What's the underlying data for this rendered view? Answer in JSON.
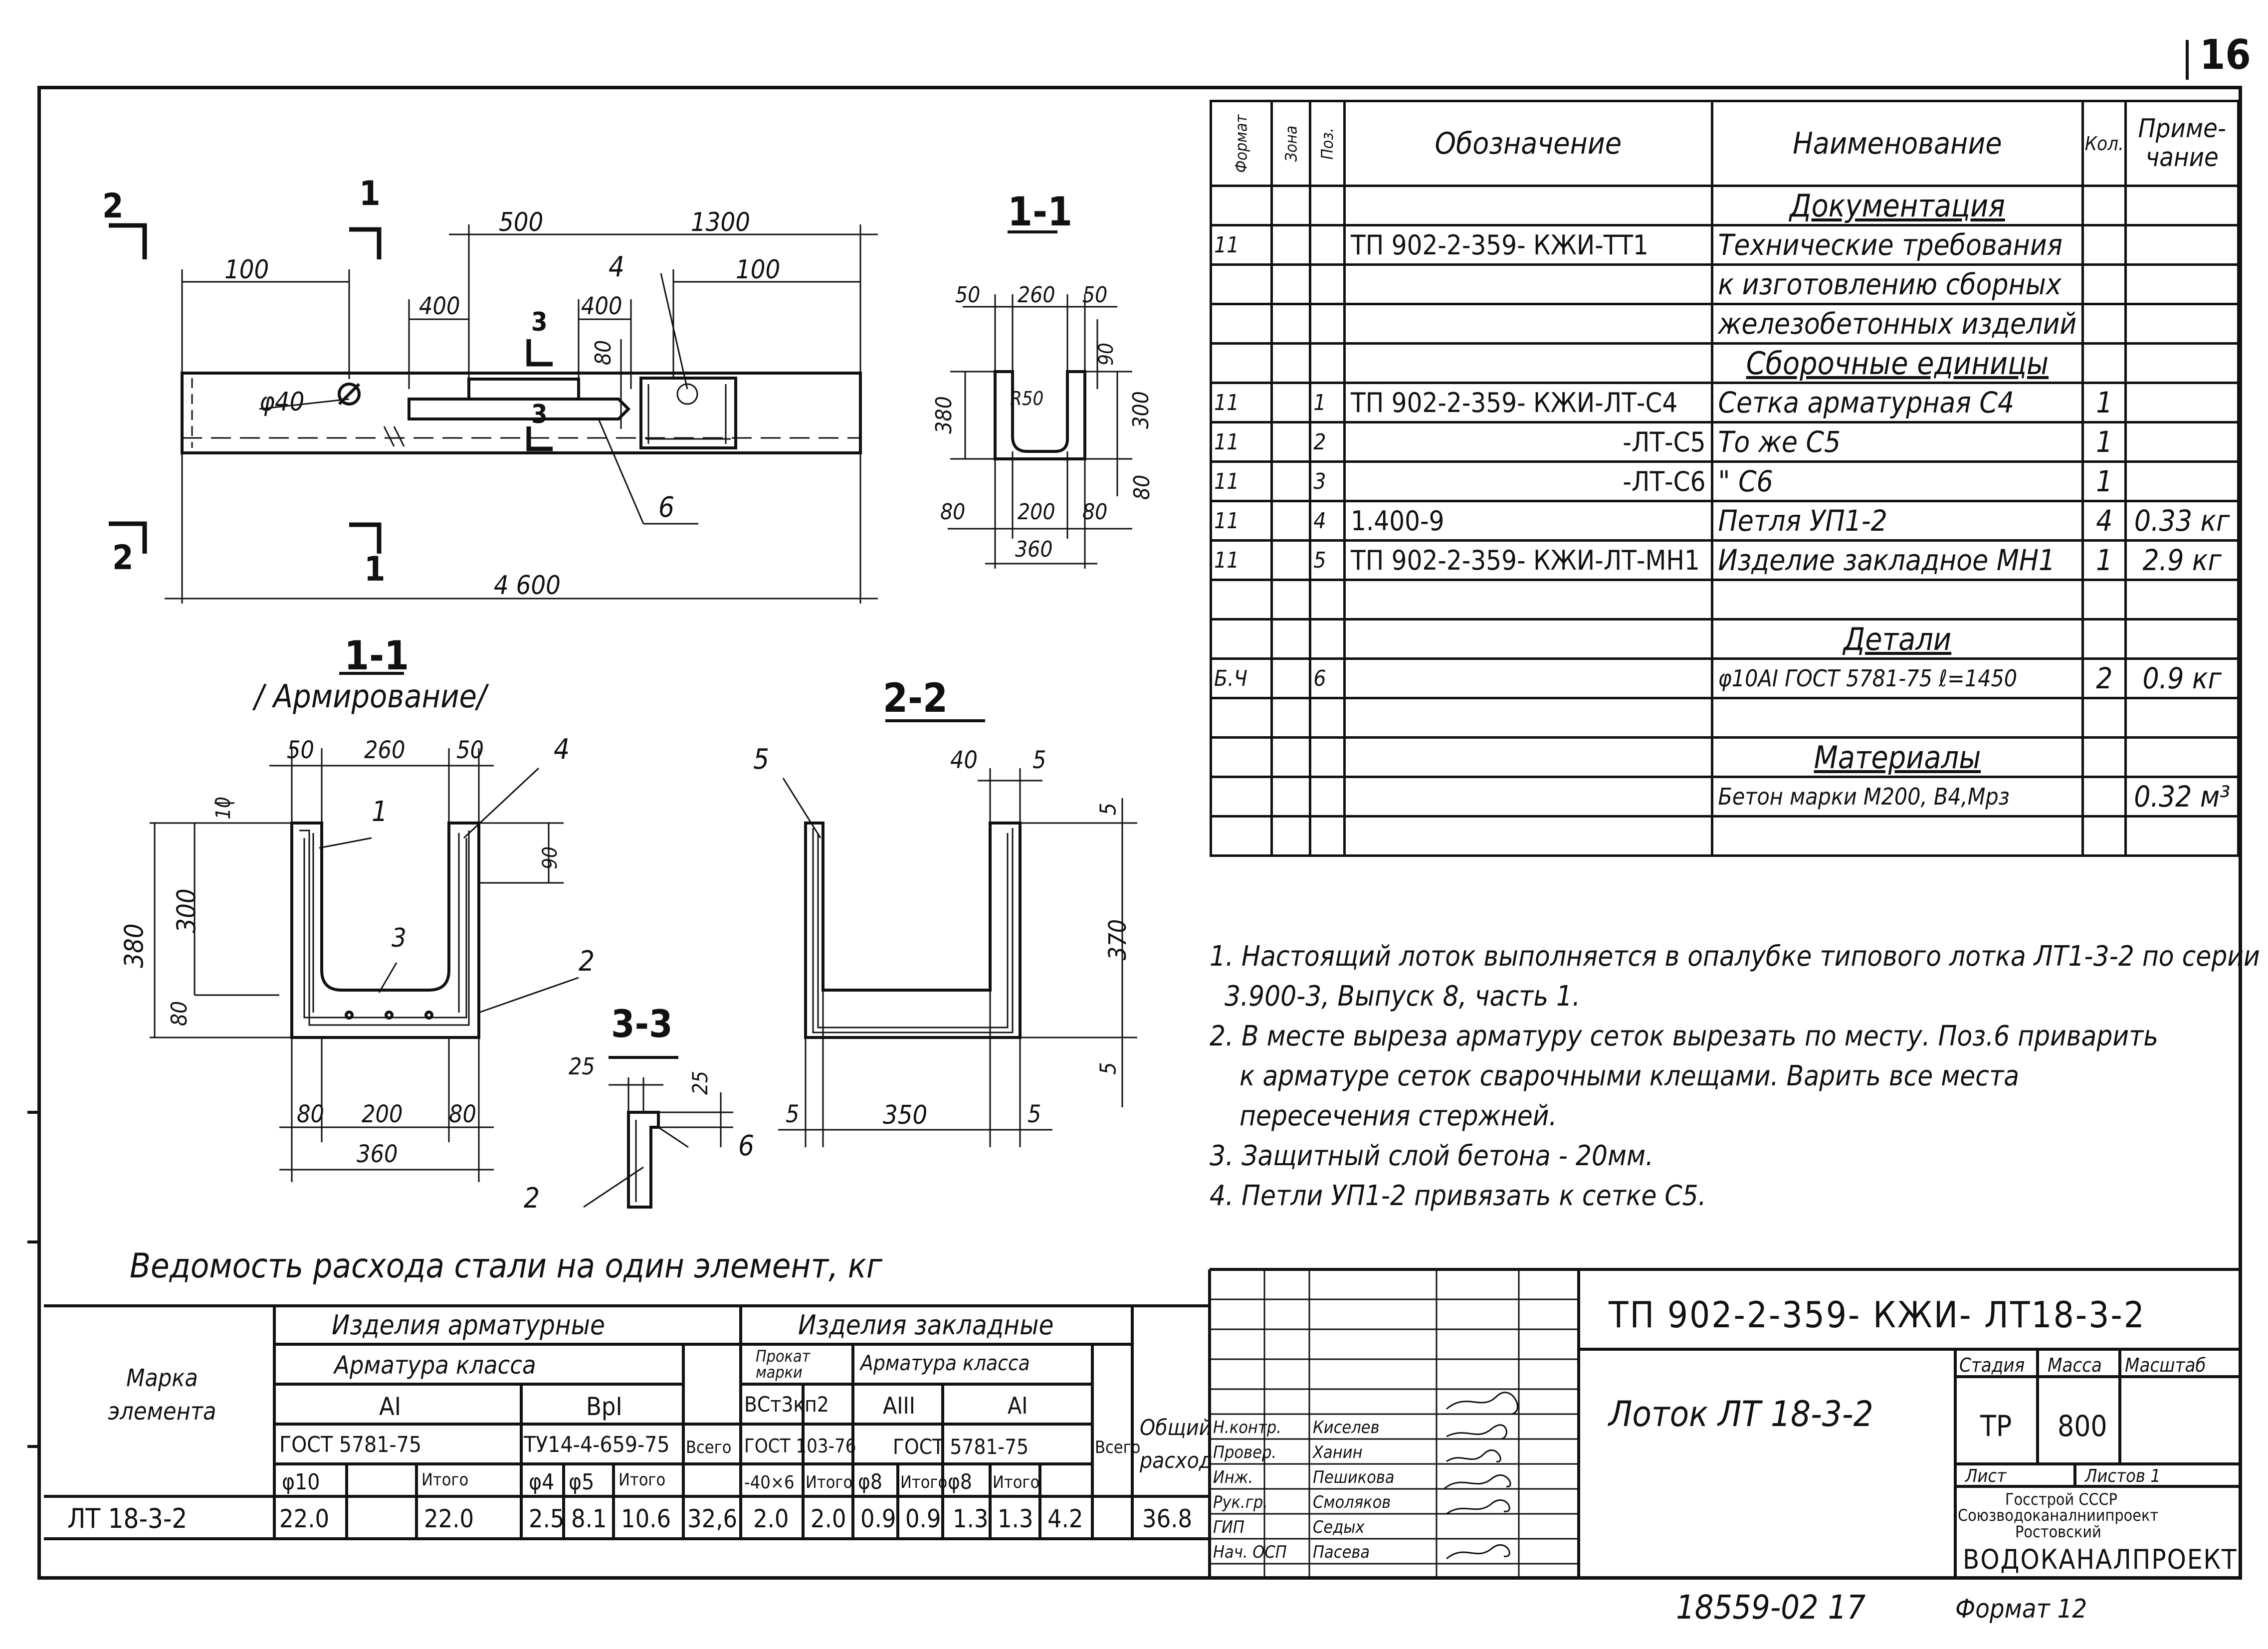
{
  "sheet": {
    "page_number": "16",
    "stamp_bottom": "18559-02  17",
    "format": "Формат 12"
  },
  "drawing": {
    "dims": {
      "d500": "500",
      "d1300": "1300",
      "d100a": "100",
      "d100b": "100",
      "d400a": "400",
      "d400b": "400",
      "d80": "80",
      "phi40": "φ40",
      "d4600": "4 600",
      "pos4": "4",
      "pos6": "6",
      "s2": "2",
      "s1": "1",
      "s3": "3"
    },
    "sec11_top": {
      "title": "1-1",
      "d50a": "50",
      "d260": "260",
      "d50b": "50",
      "d380": "380",
      "d90": "90",
      "d300": "300",
      "d80v": "80",
      "r50": "R50",
      "d80a": "80",
      "d200": "200",
      "d80b": "80",
      "d360": "360"
    },
    "sec11_arm": {
      "title": "1-1",
      "subtitle": "/ Армирование/",
      "d50a": "50",
      "d260": "260",
      "d50b": "50",
      "pos4": "4",
      "pos1": "1",
      "d10": "10",
      "d90": "90",
      "d380": "380",
      "d300": "300",
      "d80v": "80",
      "pos3": "3",
      "pos2": "2",
      "d80a": "80",
      "d200": "200",
      "d80b": "80",
      "d360": "360"
    },
    "sec22": {
      "title": "2-2",
      "pos5": "5",
      "d40": "40",
      "d5a": "5",
      "d5v1": "5",
      "d370": "370",
      "d5v2": "5",
      "d5l": "5",
      "d350": "350",
      "d5r": "5"
    },
    "sec33": {
      "title": "3-3",
      "d25h": "25",
      "d25v": "25",
      "pos6": "6",
      "pos2": "2"
    }
  },
  "spec_table": {
    "headers": {
      "format": "Формат",
      "zone": "Зона",
      "pos": "Поз.",
      "designation": "Обозначение",
      "name": "Наименование",
      "qty": "Кол.",
      "note": "Приме-чание"
    },
    "rows": [
      {
        "format": "",
        "pos": "",
        "designation": "",
        "name": "Документация",
        "qty": "",
        "note": "",
        "section": true
      },
      {
        "format": "11",
        "pos": "",
        "designation": "ТП 902-2-359- КЖИ-ТТ1",
        "name": "Технические требования",
        "qty": "",
        "note": ""
      },
      {
        "format": "",
        "pos": "",
        "designation": "",
        "name": "к изготовлению сборных",
        "qty": "",
        "note": ""
      },
      {
        "format": "",
        "pos": "",
        "designation": "",
        "name": "железобетонных изделий",
        "qty": "",
        "note": ""
      },
      {
        "format": "",
        "pos": "",
        "designation": "",
        "name": "Сборочные единицы",
        "qty": "",
        "note": "",
        "section": true
      },
      {
        "format": "11",
        "pos": "1",
        "designation": "ТП 902-2-359-  КЖИ-ЛТ-С4",
        "name": "Сетка арматурная С4",
        "qty": "1",
        "note": ""
      },
      {
        "format": "11",
        "pos": "2",
        "designation": "-ЛТ-С5",
        "name": "То же           С5",
        "qty": "1",
        "note": ""
      },
      {
        "format": "11",
        "pos": "3",
        "designation": "-ЛТ-С6",
        "name": "\"               С6",
        "qty": "1",
        "note": ""
      },
      {
        "format": "11",
        "pos": "4",
        "designation": "1.400-9",
        "name": "Петля УП1-2",
        "qty": "4",
        "note": "0.33 кг"
      },
      {
        "format": "11",
        "pos": "5",
        "designation": "ТП 902-2-359- КЖИ-ЛТ-МН1",
        "name": "Изделие закладное МН1",
        "qty": "1",
        "note": "2.9 кг"
      },
      {
        "format": "",
        "pos": "",
        "designation": "",
        "name": "",
        "qty": "",
        "note": ""
      },
      {
        "format": "",
        "pos": "",
        "designation": "",
        "name": "Детали",
        "qty": "",
        "note": "",
        "section": true
      },
      {
        "format": "Б.Ч",
        "pos": "6",
        "designation": "",
        "name": "φ10АI ГОСТ 5781-75 ℓ=1450",
        "qty": "2",
        "note": "0.9 кг"
      },
      {
        "format": "",
        "pos": "",
        "designation": "",
        "name": "",
        "qty": "",
        "note": ""
      },
      {
        "format": "",
        "pos": "",
        "designation": "",
        "name": "Материалы",
        "qty": "",
        "note": "",
        "section": true
      },
      {
        "format": "",
        "pos": "",
        "designation": "",
        "name": "Бетон марки М200, В4,Мрз",
        "qty": "",
        "note": "0.32 м³"
      },
      {
        "format": "",
        "pos": "",
        "designation": "",
        "name": "",
        "qty": "",
        "note": ""
      }
    ]
  },
  "notes": [
    "1. Настоящий лоток выполняется в опалубке типового лотка ЛТ1-3-2 по серии",
    "3.900-3, Выпуск 8, часть 1.",
    "2. В месте выреза арматуру сеток вырезать по месту. Поз.6 приварить",
    "к арматуре сеток сварочными клещами. Варить все места",
    "пересечения стержней.",
    "3. Защитный слой бетона - 20мм.",
    "4. Петли УП1-2 привязать к сетке С5."
  ],
  "steel_table": {
    "title": "Ведомость расхода   стали на   один элемент, кг",
    "h_mark": "Марка элемента",
    "h_arm_products": "Изделия арматурные",
    "h_arm_class": "Арматура   класса",
    "h_AI": "АI",
    "h_BpI": "ВрI",
    "h_gost1": "ГОСТ  5781-75",
    "h_tu": "ТУ14-4-659-75",
    "h_vsego1": "Всего",
    "h_phi10": "φ10",
    "h_itogo1": "Итого",
    "h_phi4": "φ4",
    "h_phi5": "φ5",
    "h_itogo2": "Итого",
    "h_embed": "Изделия  закладные",
    "h_prokat": "Прокат марки",
    "h_arm_class2": "Арматура класса",
    "h_vst": "ВСт3кп2",
    "h_AIII": "АIII",
    "h_AI2": "АI",
    "h_gost103": "ГОСТ 103-76",
    "h_gost2": "ГОСТ 5781-75",
    "h_vsego2": "Всего",
    "h_40x6": "-40×6",
    "h_itogo3": "Итого",
    "h_phi8a": "φ8",
    "h_itogo4": "Итого",
    "h_phi8b": "φ8",
    "h_itogo5": "Итого",
    "h_total": "Общий расход",
    "row": {
      "mark": "ЛТ 18-3-2",
      "v1": "22.0",
      "v2": "",
      "v3": "22.0",
      "v4": "2.5",
      "v5": "8.1",
      "v6": "10.6",
      "v7": "32,6",
      "v8": "2.0",
      "v9": "2.0",
      "v10": "0.9",
      "v11": "0.9",
      "v12": "1.3",
      "v13": "1.3",
      "v14": "4.2",
      "v15": "36.8"
    }
  },
  "title_block": {
    "code": "ТП 902-2-359-  КЖИ- ЛТ18-3-2",
    "name": "Лоток   ЛТ 18-3-2",
    "stage_h": "Стадия",
    "mass_h": "Масса",
    "scale_h": "Масштаб",
    "stage": "ТР",
    "mass": "800",
    "sheet_h": "Лист",
    "sheets_h": "Листов 1",
    "org1": "Госстрой СССР",
    "org2": "Союзводоканалниипроект",
    "org3": "Ростовский",
    "org4": "ВОДОКАНАЛПРОЕКТ",
    "roles": [
      {
        "role": "Н.контр.",
        "name": "Киселев"
      },
      {
        "role": "Провер.",
        "name": "Ханин"
      },
      {
        "role": "Инж.",
        "name": "Пешикова"
      },
      {
        "role": "Рук.гр.",
        "name": "Смоляков"
      },
      {
        "role": "ГИП",
        "name": "Седых"
      },
      {
        "role": "Нач. ОСП",
        "name": "Пасева"
      }
    ]
  }
}
